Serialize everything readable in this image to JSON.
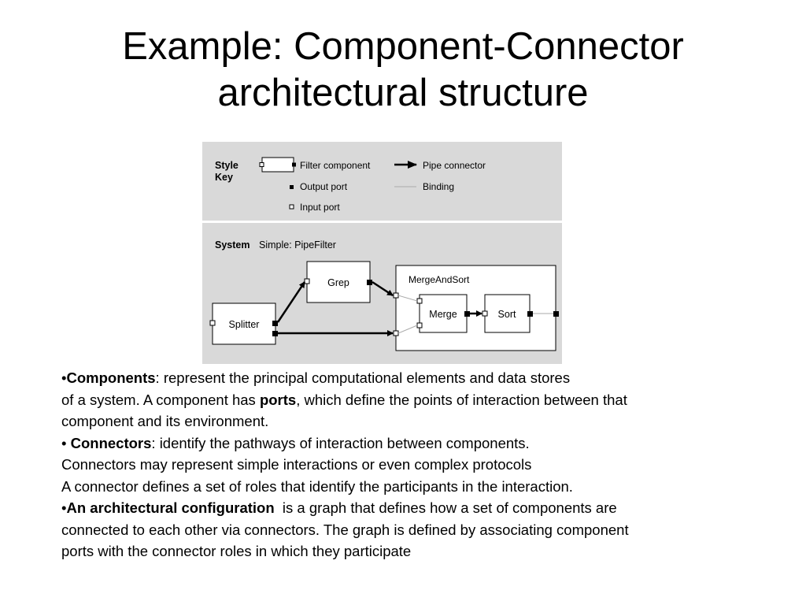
{
  "slide": {
    "title_line1": "Example: Component-Connector",
    "title_line2": "architectural structure"
  },
  "diagram": {
    "key": {
      "heading_line1": "Style",
      "heading_line2": "Key",
      "filter_component": "Filter component",
      "output_port": "Output port",
      "input_port": "Input port",
      "pipe_connector": "Pipe connector",
      "binding": "Binding"
    },
    "system": {
      "heading": "System",
      "name": "Simple: PipeFilter",
      "components": {
        "splitter": "Splitter",
        "grep": "Grep",
        "merge_and_sort": "MergeAndSort",
        "merge": "Merge",
        "sort": "Sort"
      }
    },
    "colors": {
      "panel_background": "#d9d9d9",
      "component_fill": "#ffffff",
      "binding_line": "#aaaaaa"
    }
  },
  "bullets": {
    "b1": {
      "bullet": "•",
      "term": "Components",
      "line1_rest": ":  represent the principal computational elements  and data stores",
      "line2_pre": "of a system.  A component has ",
      "line2_term": "ports",
      "line2_post": ", which define the points of interaction between  that",
      "line3": "component and its environment."
    },
    "b2": {
      "bullet": "• ",
      "term": "Connectors",
      "line1_rest": ": identify the pathways of interaction between components.",
      "line2": "Connectors may represent simple interactions or even  complex protocols",
      "line3": "A connector defines a set of roles that identify the participants in the interaction."
    },
    "b3": {
      "bullet": "•",
      "term": "An architectural configuration",
      "line1_rest": "  is a graph that defines how a set of components are",
      "line2": "connected to each other via connectors. The graph is defined by associating component",
      "line3": "ports with the connector roles in which they participate"
    }
  }
}
